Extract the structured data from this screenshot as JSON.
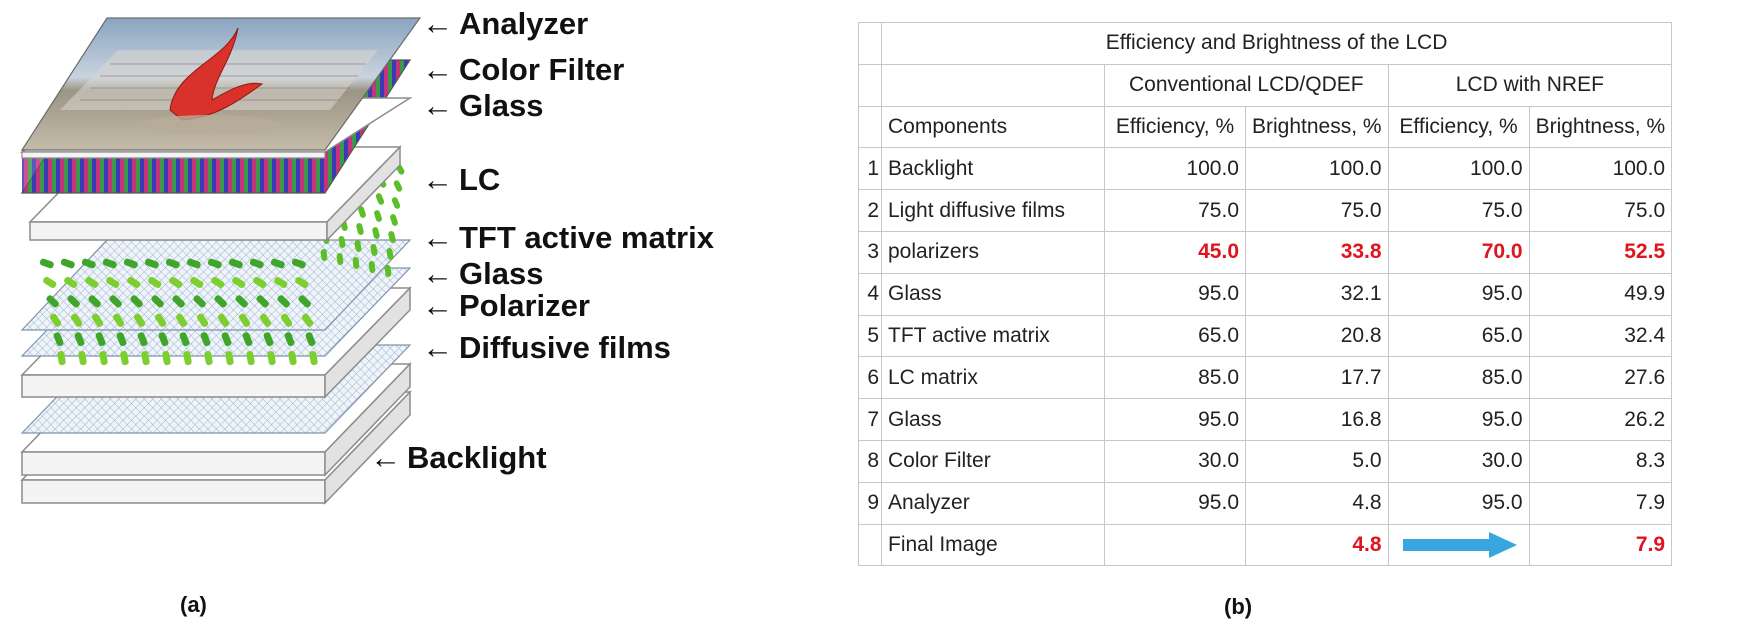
{
  "figure_a": {
    "labels": {
      "analyzer": "Analyzer",
      "color_filter": "Color Filter",
      "glass_top": "Glass",
      "lc": "LC",
      "tft": "TFT active matrix",
      "glass_bottom": "Glass",
      "polarizer": "Polarizer",
      "diffusive_films": "Diffusive films",
      "backlight": "Backlight"
    },
    "arrow_glyph": "←",
    "caption": "(a)"
  },
  "figure_b": {
    "title": "Efficiency and Brightness of the LCD",
    "group_headers": [
      "Conventional LCD/QDEF",
      "LCD with NREF"
    ],
    "columns": [
      "Components",
      "Efficiency, %",
      "Brightness, %",
      "Efficiency, %",
      "Brightness, %"
    ],
    "rows": [
      {
        "idx": "1",
        "component": "Backlight",
        "conv_eff": "100.0",
        "conv_bright": "100.0",
        "nref_eff": "100.0",
        "nref_bright": "100.0"
      },
      {
        "idx": "2",
        "component": "Light diffusive films",
        "conv_eff": "75.0",
        "conv_bright": "75.0",
        "nref_eff": "75.0",
        "nref_bright": "75.0"
      },
      {
        "idx": "3",
        "component": "polarizers",
        "conv_eff": "45.0",
        "conv_bright": "33.8",
        "nref_eff": "70.0",
        "nref_bright": "52.5"
      },
      {
        "idx": "4",
        "component": "Glass",
        "conv_eff": "95.0",
        "conv_bright": "32.1",
        "nref_eff": "95.0",
        "nref_bright": "49.9"
      },
      {
        "idx": "5",
        "component": "TFT active matrix",
        "conv_eff": "65.0",
        "conv_bright": "20.8",
        "nref_eff": "65.0",
        "nref_bright": "32.4"
      },
      {
        "idx": "6",
        "component": "LC matrix",
        "conv_eff": "85.0",
        "conv_bright": "17.7",
        "nref_eff": "85.0",
        "nref_bright": "27.6"
      },
      {
        "idx": "7",
        "component": "Glass",
        "conv_eff": "95.0",
        "conv_bright": "16.8",
        "nref_eff": "95.0",
        "nref_bright": "26.2"
      },
      {
        "idx": "8",
        "component": "Color Filter",
        "conv_eff": "30.0",
        "conv_bright": "5.0",
        "nref_eff": "30.0",
        "nref_bright": "8.3"
      },
      {
        "idx": "9",
        "component": "Analyzer",
        "conv_eff": "95.0",
        "conv_bright": "4.8",
        "nref_eff": "95.0",
        "nref_bright": "7.9"
      }
    ],
    "final_row": {
      "component": "Final Image",
      "conv_bright": "4.8",
      "nref_bright": "7.9"
    },
    "caption": "(b)",
    "colors": {
      "highlight": "#e0141e",
      "arrow": "#3aa6e0",
      "grid": "#c8c8c8"
    }
  }
}
